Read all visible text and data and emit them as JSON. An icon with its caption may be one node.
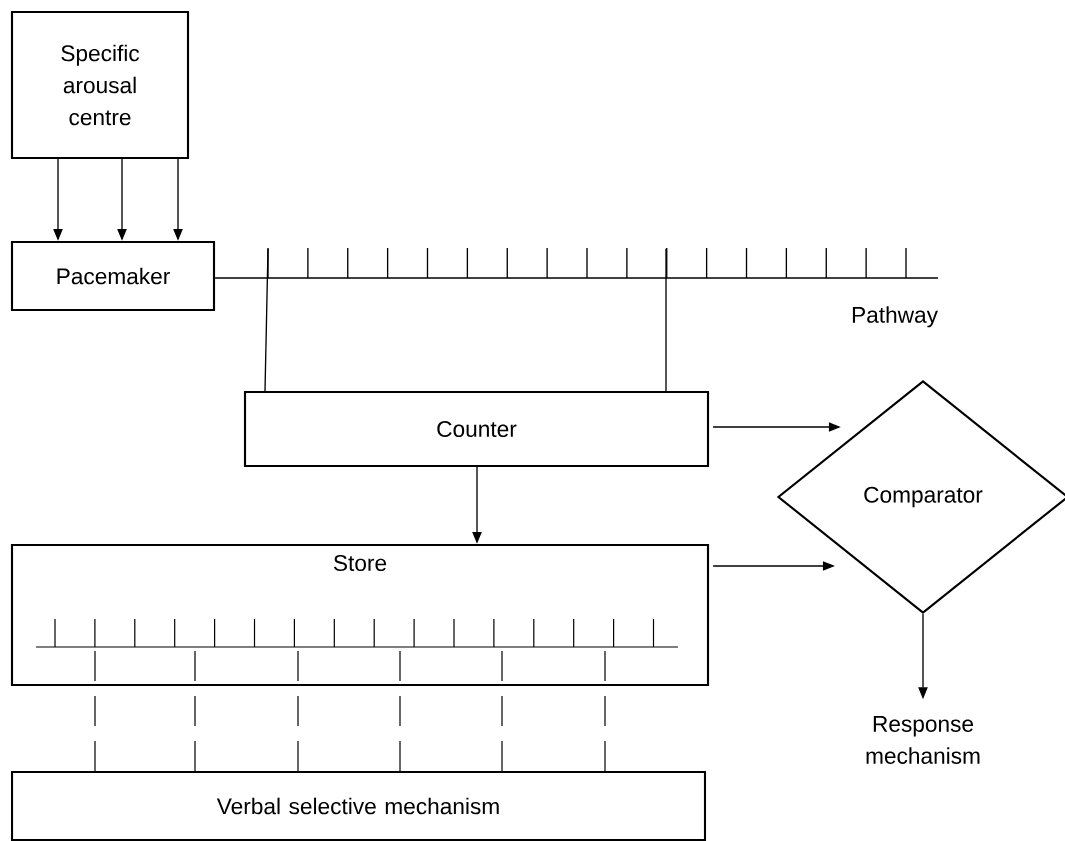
{
  "diagram": {
    "nodes": [
      {
        "text": [
          "Specific arousal centre"
        ]
      },
      {
        "text": [
          "Pacemaker"
        ]
      },
      {
        "text": [
          "Pathway"
        ]
      },
      {
        "text": [
          "Counter"
        ]
      },
      {
        "text": [
          "Comparator"
        ]
      },
      {
        "text": [
          "Store"
        ]
      },
      {
        "text": [
          "Response mechanism"
        ]
      },
      {
        "text": [
          "Verbal selective mechanism"
        ]
      }
    ],
    "edges": [
      {
        "from": 0,
        "to": 1,
        "arrow": "to"
      },
      {
        "from": 0,
        "to": 1,
        "arrow": "to"
      },
      {
        "from": 0,
        "to": 1,
        "arrow": "to"
      },
      {
        "from": 1,
        "to": 2,
        "arrow": "none"
      },
      {
        "from": 2,
        "to": 3,
        "arrow": "none"
      },
      {
        "from": 2,
        "to": 3,
        "arrow": "none"
      },
      {
        "from": 3,
        "to": 4,
        "arrow": "to"
      },
      {
        "from": 3,
        "to": 5,
        "arrow": "to"
      },
      {
        "from": 5,
        "to": 4,
        "arrow": "to"
      },
      {
        "from": 4,
        "to": 6,
        "arrow": "to"
      },
      {
        "from": 5,
        "to": 7,
        "arrow": "none",
        "style": "dashed"
      },
      {
        "from": 5,
        "to": 7,
        "arrow": "none",
        "style": "dashed"
      },
      {
        "from": 5,
        "to": 7,
        "arrow": "none",
        "style": "dashed"
      },
      {
        "from": 5,
        "to": 7,
        "arrow": "none",
        "style": "dashed"
      },
      {
        "from": 5,
        "to": 7,
        "arrow": "none",
        "style": "dashed"
      },
      {
        "from": 5,
        "to": 7,
        "arrow": "none",
        "style": "dashed"
      }
    ]
  }
}
